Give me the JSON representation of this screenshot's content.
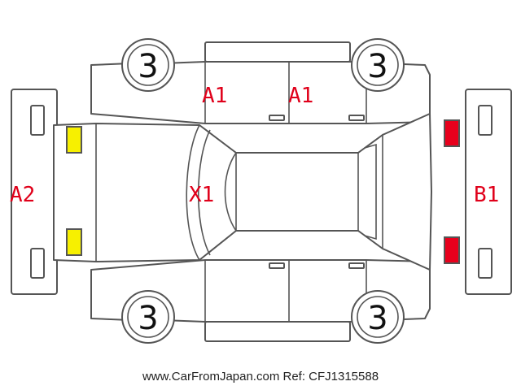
{
  "colors": {
    "line": "#555555",
    "code_text": "#e0001a",
    "yellow_lamp": "#f7f000",
    "red_lamp": "#e8001c"
  },
  "labels": {
    "a1_left": "A1",
    "a1_right": "A1",
    "a2": "A2",
    "x1": "X1",
    "b1": "B1"
  },
  "tires": {
    "front_left": "3",
    "rear_left": "3",
    "front_right": "3",
    "rear_right": "3"
  },
  "footer": "www.CarFromJapan.com Ref: CFJ1315588"
}
